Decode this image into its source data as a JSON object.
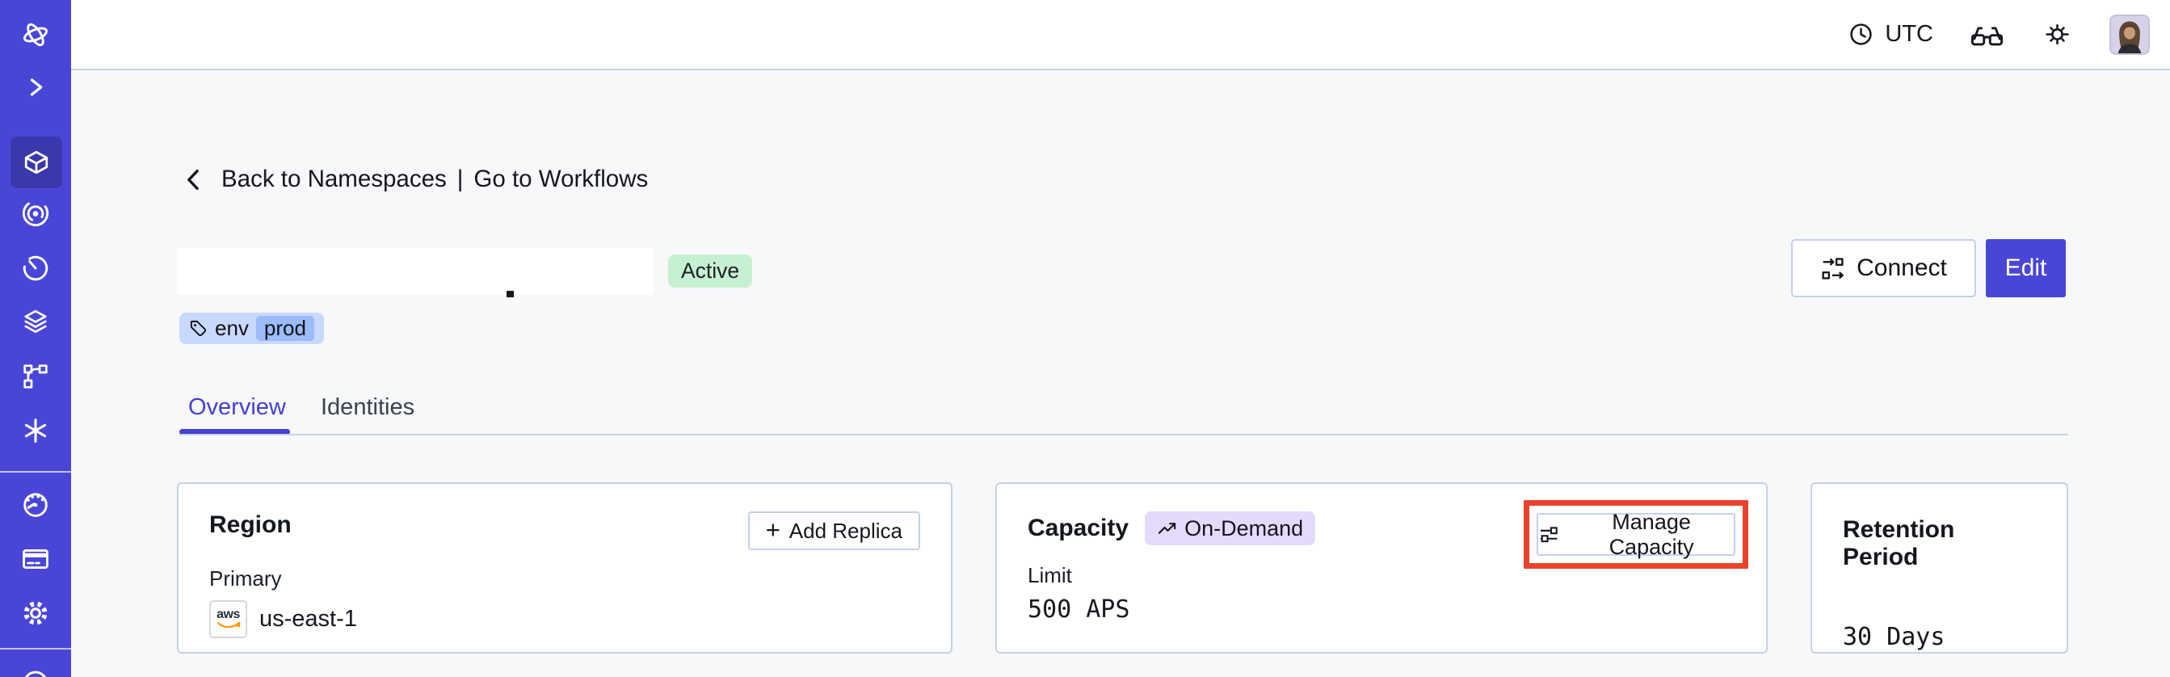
{
  "topbar": {
    "timezone": "UTC"
  },
  "breadcrumb": {
    "back_label": "Back to Namespaces",
    "separator": "|",
    "workflows_label": "Go to Workflows"
  },
  "namespace": {
    "status": "Active",
    "tag": {
      "key": "env",
      "value": "prod"
    }
  },
  "actions": {
    "connect_label": "Connect",
    "edit_label": "Edit"
  },
  "tabs": [
    {
      "label": "Overview",
      "active": true
    },
    {
      "label": "Identities",
      "active": false
    }
  ],
  "cards": {
    "region": {
      "title": "Region",
      "plus": "+",
      "add_replica_label": "Add Replica",
      "primary_label": "Primary",
      "provider_label": "aws",
      "region_value": "us-east-1"
    },
    "capacity": {
      "title": "Capacity",
      "badge_label": "On-Demand",
      "manage_label": "Manage Capacity",
      "limit_label": "Limit",
      "limit_value": "500 APS"
    },
    "retention": {
      "title": "Retention Period",
      "value": "30 Days"
    }
  },
  "sidebar_icons": [
    "temporal-logo",
    "expand-chevron",
    "namespaces",
    "nexus",
    "schedules",
    "layers",
    "deployments",
    "batch-operations",
    "usage",
    "billing",
    "settings",
    "support"
  ],
  "topbar_icons": [
    "clock",
    "glasses",
    "brightness",
    "avatar"
  ],
  "colors": {
    "accent_indigo": "#4946d7",
    "sidebar_active": "#3a38ac",
    "highlight_red": "#e8432a",
    "active_badge_bg": "#c6f0d2",
    "tag_bg": "#c9d8fd",
    "tag_chip_bg": "#9cbbf9",
    "ondemand_bg": "#e4dafc",
    "aws_orange": "#ff9900"
  }
}
